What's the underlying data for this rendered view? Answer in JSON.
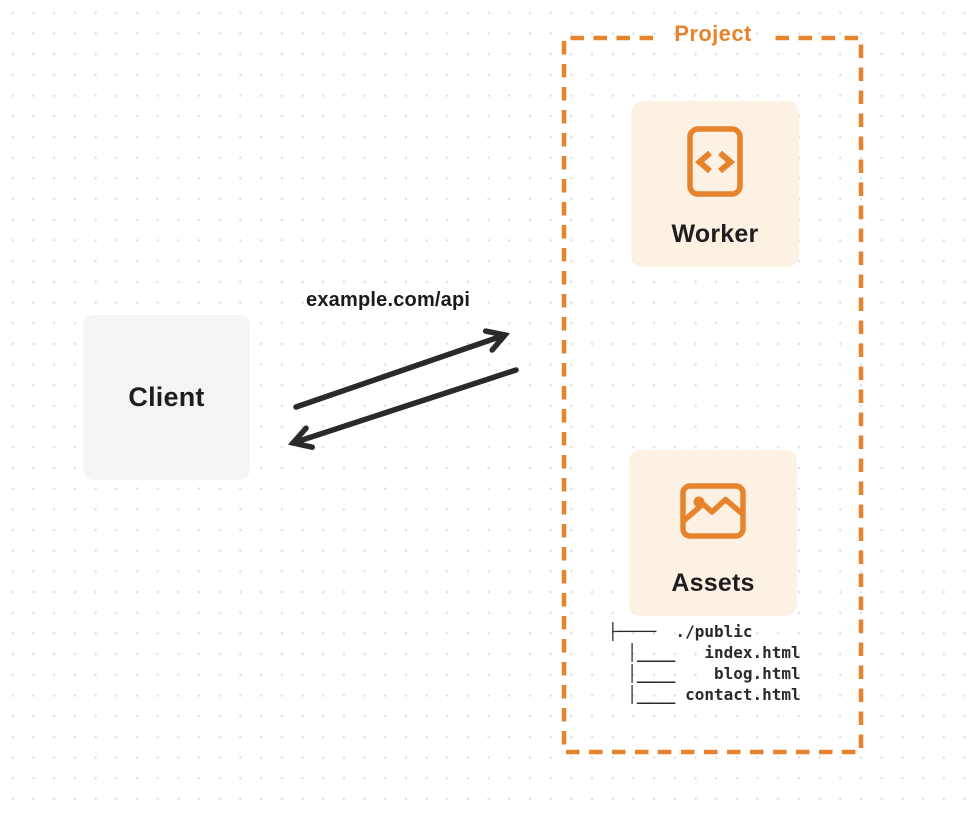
{
  "client": {
    "label": "Client"
  },
  "request": {
    "label": "example.com/api"
  },
  "project": {
    "label": "Project",
    "worker": {
      "label": "Worker",
      "icon": "code-file-icon"
    },
    "assets": {
      "label": "Assets",
      "icon": "image-icon"
    },
    "file_tree": {
      "lines": [
        "├────  ./public",
        "  │____   index.html",
        "  │____    blog.html",
        "  │____ contact.html"
      ]
    }
  },
  "colors": {
    "accent": "#E8832D",
    "panel_bg": "#FCF1E2",
    "client_bg": "#F4F4F6",
    "ink": "#1E1E1E",
    "arrow": "#2A2A2A",
    "grid_dot": "#E2E2E5"
  }
}
